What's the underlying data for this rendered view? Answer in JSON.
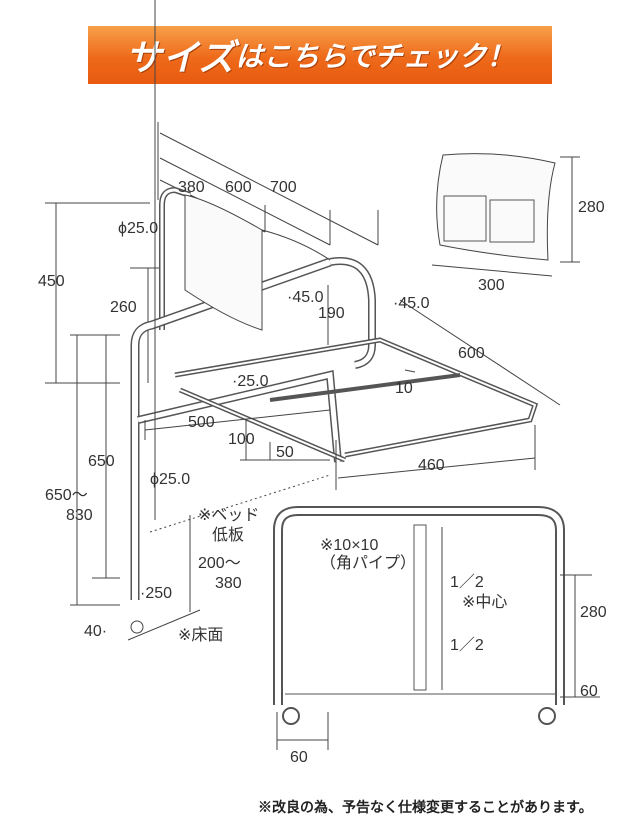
{
  "banner": {
    "title_main": "サイズ",
    "title_rest": "はこちらでチェック！",
    "color": "#ee6a1a"
  },
  "main_view": {
    "dims": {
      "d380": "380",
      "d600_top": "600",
      "d700": "700",
      "phi_top": "ϕ25.0",
      "d450": "450",
      "d260": "260",
      "a45_1": "·45.0",
      "d190": "190",
      "a45_2": "·45.0",
      "d600_right": "600",
      "d25": "·25.0",
      "d10": "10",
      "d500": "500",
      "d100": "100",
      "d50": "50",
      "d460": "460",
      "d650": "650",
      "d650_830_a": "650～",
      "d650_830_b": "830",
      "phi_leg": "ϕ25.0",
      "d250": "·250",
      "d40": "40·",
      "bed_a": "※ベッド",
      "bed_b": "低板",
      "d200_380_a": "200～",
      "d200_380_b": "380",
      "floor": "※床面"
    }
  },
  "pocket_view": {
    "height": "280",
    "width": "300"
  },
  "front_view": {
    "pipe_a": "※10×10",
    "pipe_b": "（角パイプ）",
    "half_top": "1／2",
    "center": "※中心",
    "half_bottom": "1／2",
    "d280": "280",
    "d60_right": "60",
    "d60_bottom": "60"
  },
  "footer_note": "※改良の為、予告なく仕様変更することがあります。"
}
